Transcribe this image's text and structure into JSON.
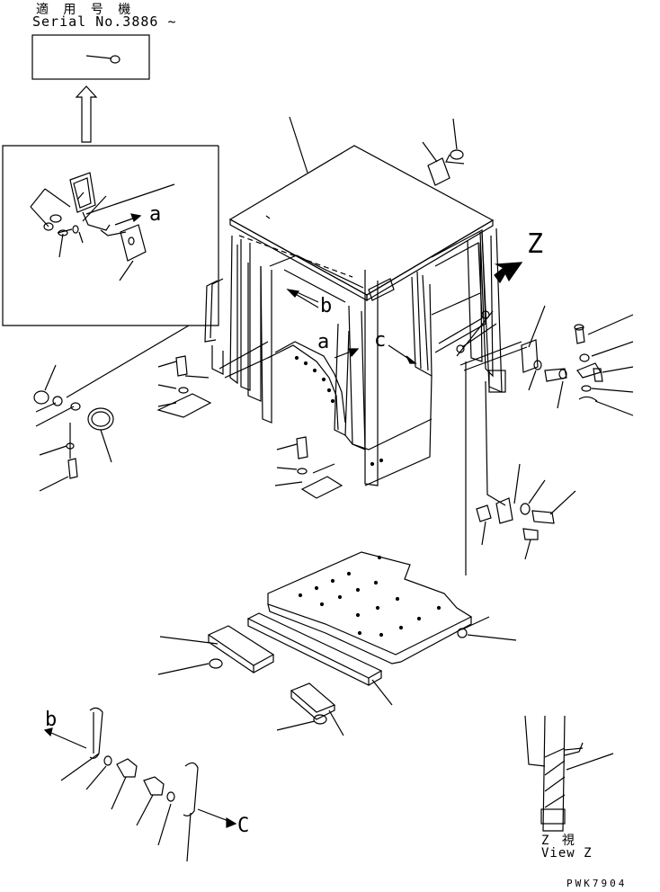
{
  "header": {
    "applicable_machine": "適 用 号 機",
    "serial": "Serial No.3886 ~"
  },
  "callouts": {
    "a_upper": "a",
    "a_lower": "a",
    "b_upper": "b",
    "b_lower": "b",
    "c_upper": "c",
    "c_lower": "C",
    "z_arrow": "Z"
  },
  "view_z": {
    "label_jp": "Z 視",
    "label_en": "View Z"
  },
  "drawing_code": "PWK7904",
  "style": {
    "line_color": "#000000",
    "background": "#ffffff"
  }
}
